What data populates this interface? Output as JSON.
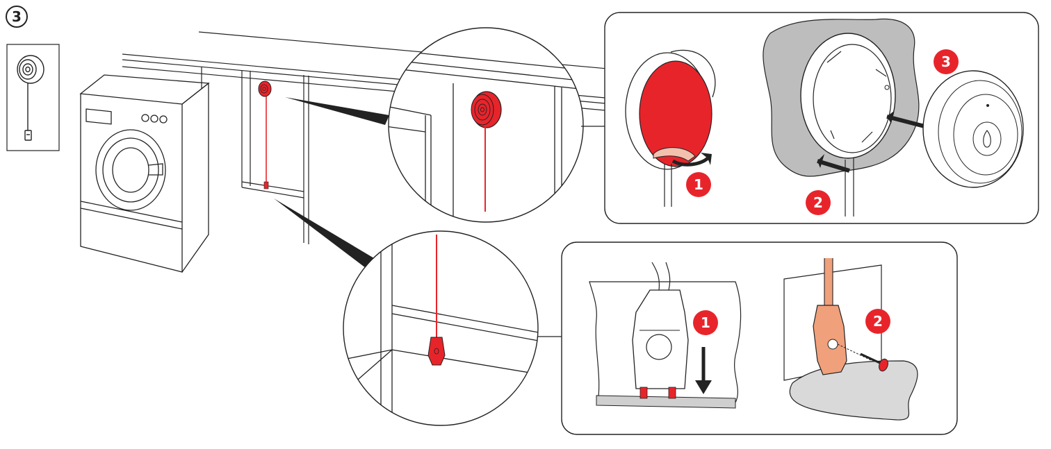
{
  "step_number": "3",
  "colors": {
    "accent": "#e8242b",
    "line": "#222222",
    "wall": "#bdbdbd",
    "floor": "#d9d9d9",
    "cable_probe": "#f0a07a"
  },
  "icons": [
    "leak-sensor-icon",
    "washing-machine",
    "adhesive-pad",
    "screw",
    "arrow"
  ],
  "top_panel": {
    "badges": [
      "1",
      "2",
      "3"
    ]
  },
  "bottom_panel": {
    "badges": [
      "1",
      "2"
    ]
  }
}
